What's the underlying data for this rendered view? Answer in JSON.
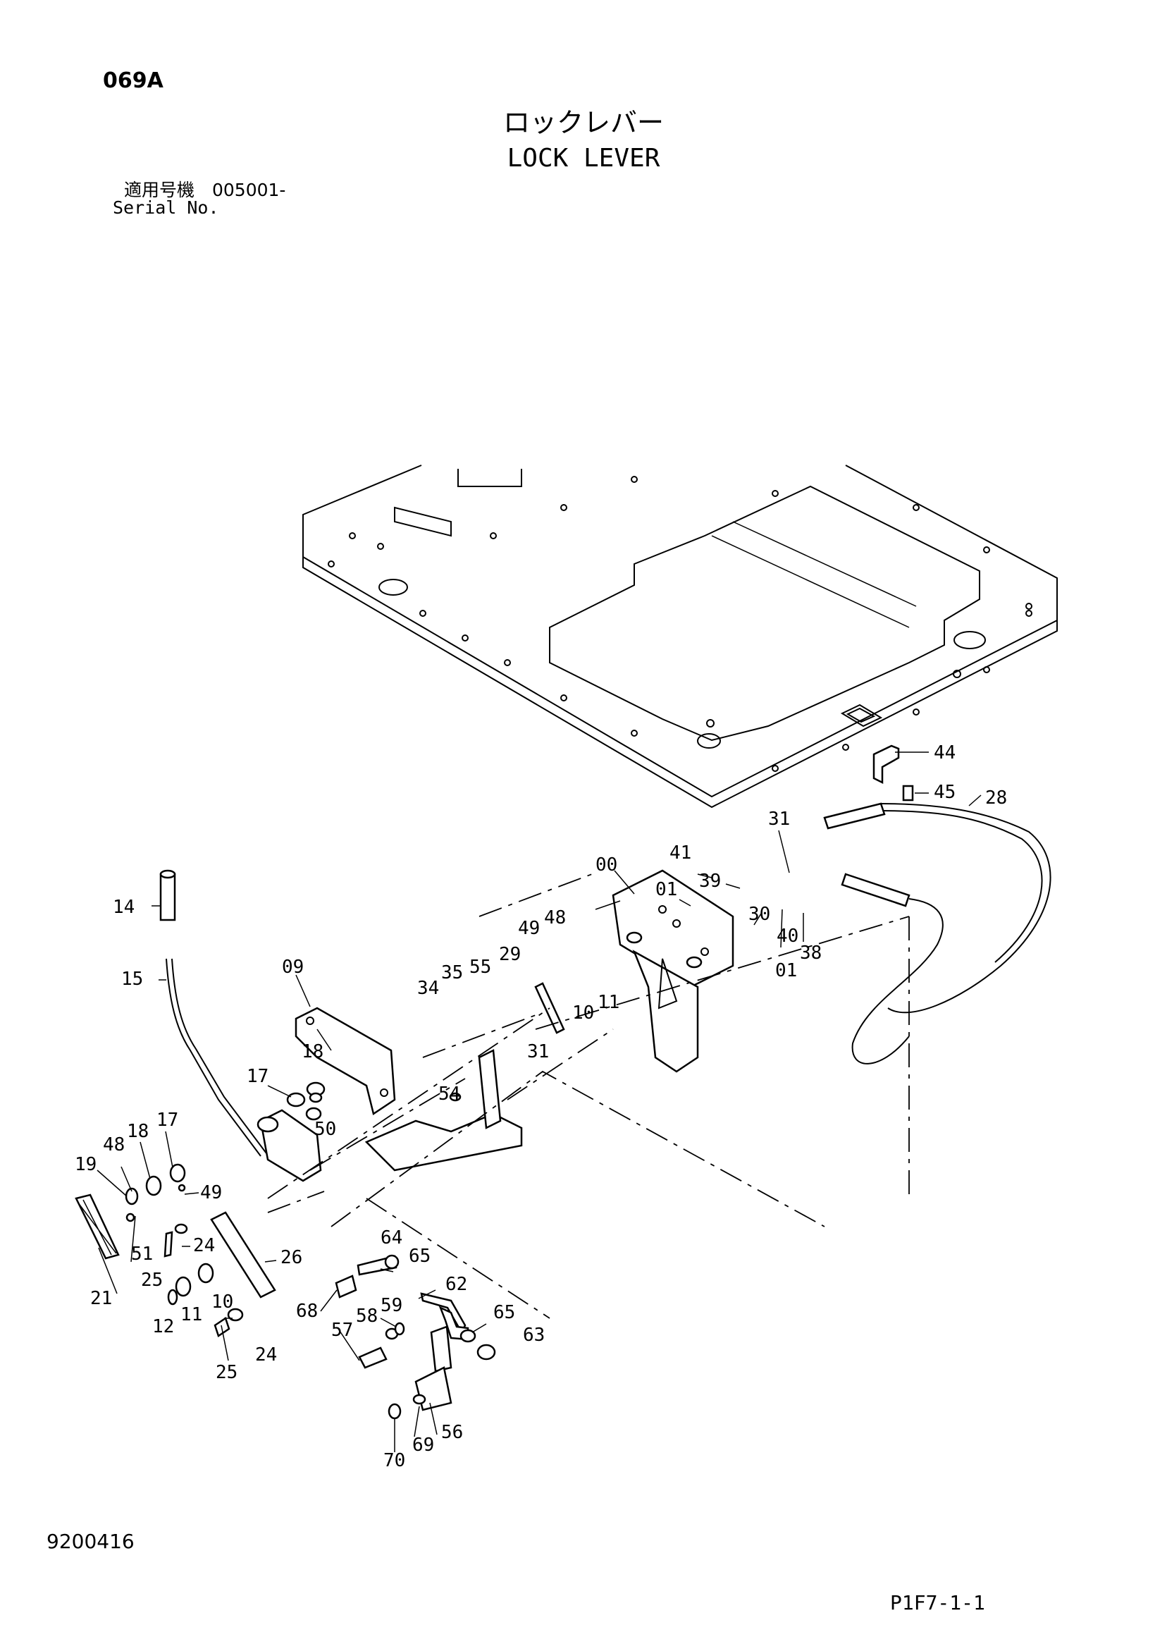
{
  "header": {
    "code": "069A",
    "title_jp": "ロックレバー",
    "title_en": "LOCK LEVER",
    "serial_jp": "適用号機　005001-",
    "serial_en": "Serial No."
  },
  "footer": {
    "doc_number": "9200416",
    "page_ref": "P1F7-1-1"
  },
  "callouts": [
    "44",
    "45",
    "28",
    "31",
    "41",
    "39",
    "30",
    "40",
    "38",
    "00",
    "01",
    "01",
    "49",
    "48",
    "14",
    "15",
    "09",
    "34",
    "35",
    "55",
    "29",
    "10",
    "11",
    "31",
    "54",
    "18",
    "17",
    "50",
    "18",
    "17",
    "48",
    "19",
    "49",
    "24",
    "51",
    "25",
    "21",
    "26",
    "64",
    "65",
    "62",
    "68",
    "59",
    "58",
    "57",
    "65",
    "63",
    "10",
    "12",
    "11",
    "24",
    "25",
    "56",
    "69",
    "70"
  ]
}
